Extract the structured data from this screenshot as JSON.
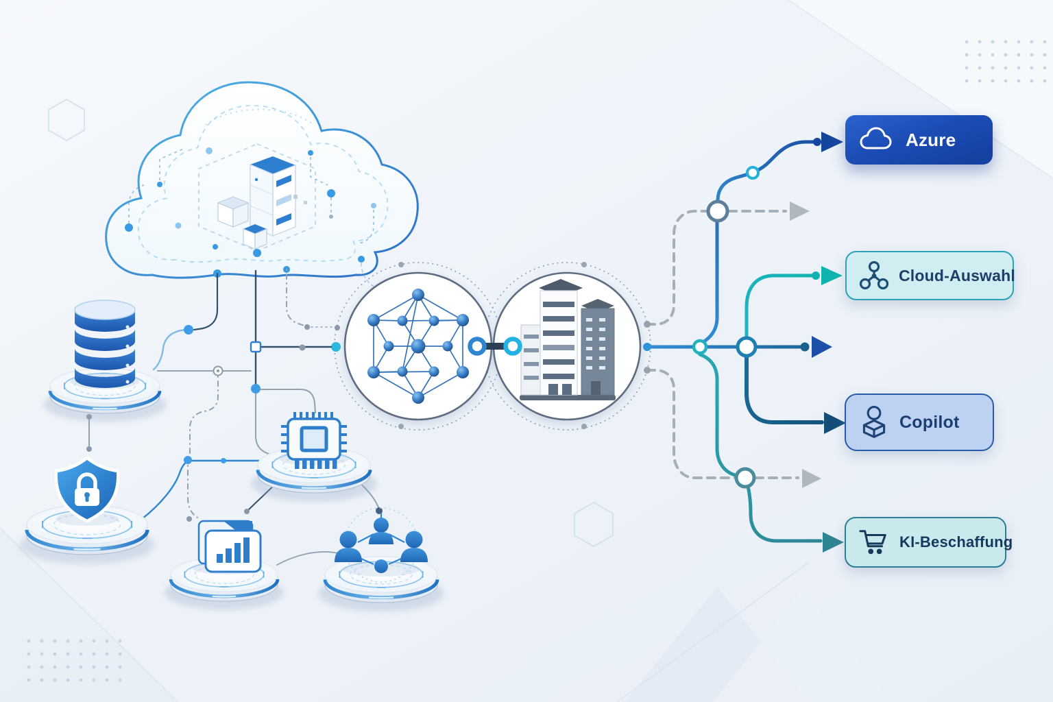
{
  "buttons": [
    {
      "id": "azure",
      "label": "Azure",
      "icon": "cloud-icon",
      "style": "solid-blue",
      "bg": "#1c4cb4",
      "text_color": "#ffffff"
    },
    {
      "id": "cloud-auswahl",
      "label": "Cloud-Auswahl",
      "icon": "network-share-icon",
      "style": "teal-light",
      "bg": "#d0edf1",
      "border": "#2aa3b4",
      "text_color": "#1b3f66"
    },
    {
      "id": "copilot",
      "label": "Copilot",
      "icon": "assistant-cube-icon",
      "style": "blue-light",
      "bg": "#bdd2f3",
      "border": "#2a59ac",
      "text_color": "#1b3f72"
    },
    {
      "id": "ki-beschaffung",
      "label": "KI-Beschaffung",
      "icon": "shopping-cart-icon",
      "style": "teal-light",
      "bg": "#c9e9ec",
      "border": "#2b7e95",
      "text_color": "#14395e"
    }
  ],
  "diagram": {
    "cloud_platform": {
      "icons": [
        "server-stack-icon",
        "cube-icon"
      ]
    },
    "source_nodes": [
      {
        "id": "database",
        "icon": "database-icon"
      },
      {
        "id": "security",
        "icon": "shield-lock-icon"
      },
      {
        "id": "processor",
        "icon": "cpu-chip-icon"
      },
      {
        "id": "reports",
        "icon": "document-chart-icon"
      },
      {
        "id": "team",
        "icon": "team-network-icon"
      }
    ],
    "hubs": [
      {
        "id": "ai-network",
        "icon": "neural-network-icon"
      },
      {
        "id": "enterprise",
        "icon": "office-building-icon"
      }
    ],
    "connections": [
      {
        "from": "enterprise",
        "to": "azure",
        "style": "solid",
        "color": "#16459e"
      },
      {
        "from": "enterprise",
        "to": "cloud-auswahl",
        "style": "solid",
        "color": "#0fb2ae"
      },
      {
        "from": "enterprise",
        "to": "copilot",
        "style": "solid",
        "color": "#124e78"
      },
      {
        "from": "enterprise",
        "to": "ki-beschaffung",
        "style": "solid",
        "color": "#2f8492"
      },
      {
        "from": "enterprise",
        "to": "unlabeled-right",
        "style": "solid",
        "color": "#1b4fa8"
      },
      {
        "from": "enterprise",
        "to": "unlabeled-upper",
        "style": "dashed",
        "color": "#b0b7bf"
      },
      {
        "from": "enterprise",
        "to": "unlabeled-lower",
        "style": "dashed",
        "color": "#b0b7bf"
      }
    ]
  },
  "colors": {
    "background": "#eef3f9",
    "accent_blue": "#2f86d0",
    "accent_teal": "#19b6ba",
    "navy_line": "#33506b",
    "gray_line": "#98a4b0",
    "platform_ring": "#7fc0ec"
  }
}
